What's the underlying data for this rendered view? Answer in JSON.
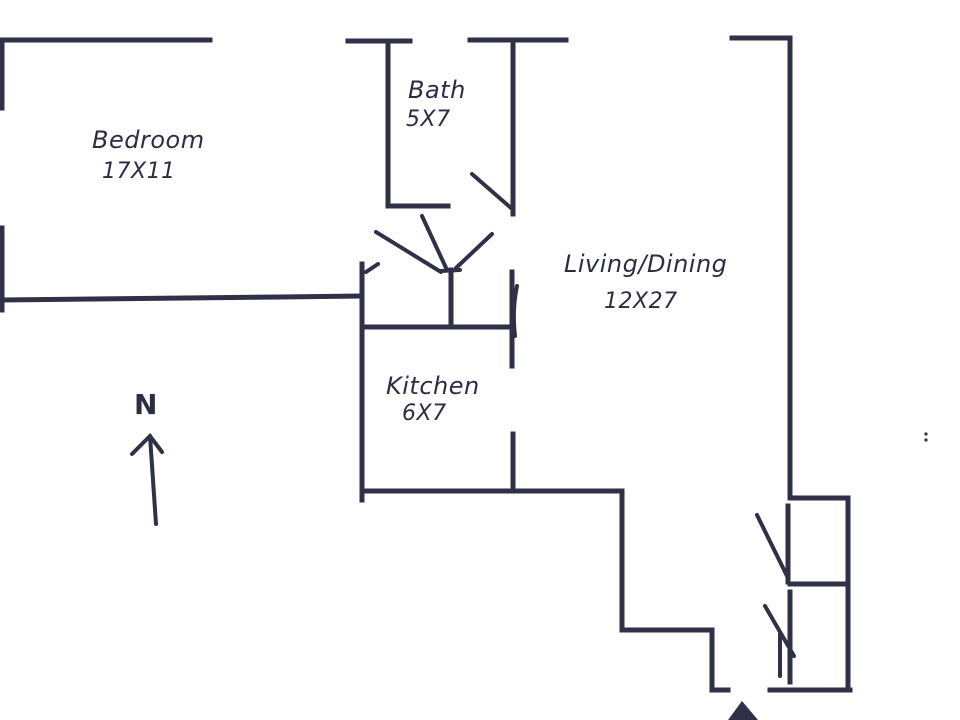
{
  "rooms": {
    "bedroom": {
      "name": "Bedroom",
      "size": "17X11"
    },
    "bath": {
      "name": "Bath",
      "size": "5X7"
    },
    "living": {
      "name": "Living/Dining",
      "size": "12X27"
    },
    "kitchen": {
      "name": "Kitchen",
      "size": "6X7"
    }
  },
  "compass": {
    "label": "N"
  },
  "colors": {
    "ink": "#2f3247",
    "paper": "#ffffff"
  }
}
